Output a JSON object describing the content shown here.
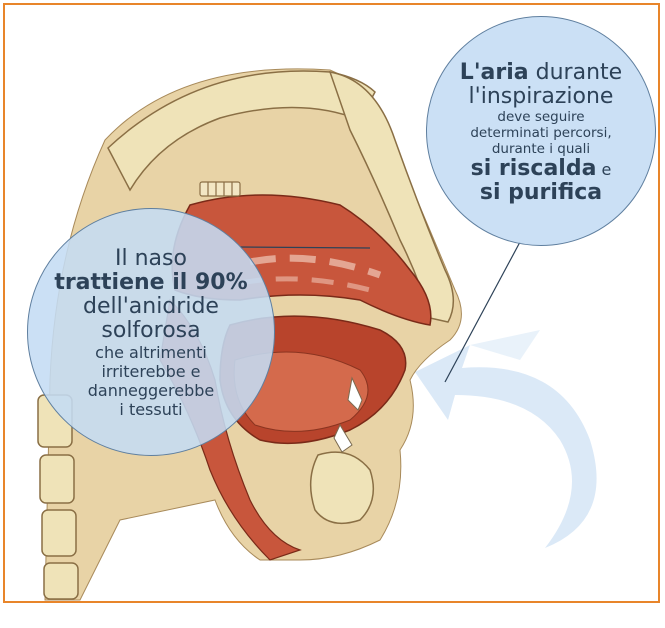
{
  "callout_nose": {
    "line1": "Il naso",
    "line2": "trattiene il 90%",
    "line3": "dell'anidride",
    "line4": "solforosa",
    "line5": "che altrimenti",
    "line6": "irriterebbe e",
    "line7": "danneggerebbe",
    "line8": "i tessuti"
  },
  "callout_air": {
    "line1_bold": "L'aria",
    "line1_rest": " durante",
    "line2": "l'inspirazione",
    "line3": "deve seguire",
    "line4": "determinati percorsi,",
    "line5": "durante i quali",
    "line6_bold": "si riscalda",
    "line6_rest": " e",
    "line7": "si purifica"
  },
  "colors": {
    "frame_border": "#e8852a",
    "bubble_fill": "#c4dcf4",
    "bubble_text": "#2d4258",
    "tissue": "#c8563c",
    "bone": "#efe3b8",
    "arrow": "#dbe9f7"
  }
}
